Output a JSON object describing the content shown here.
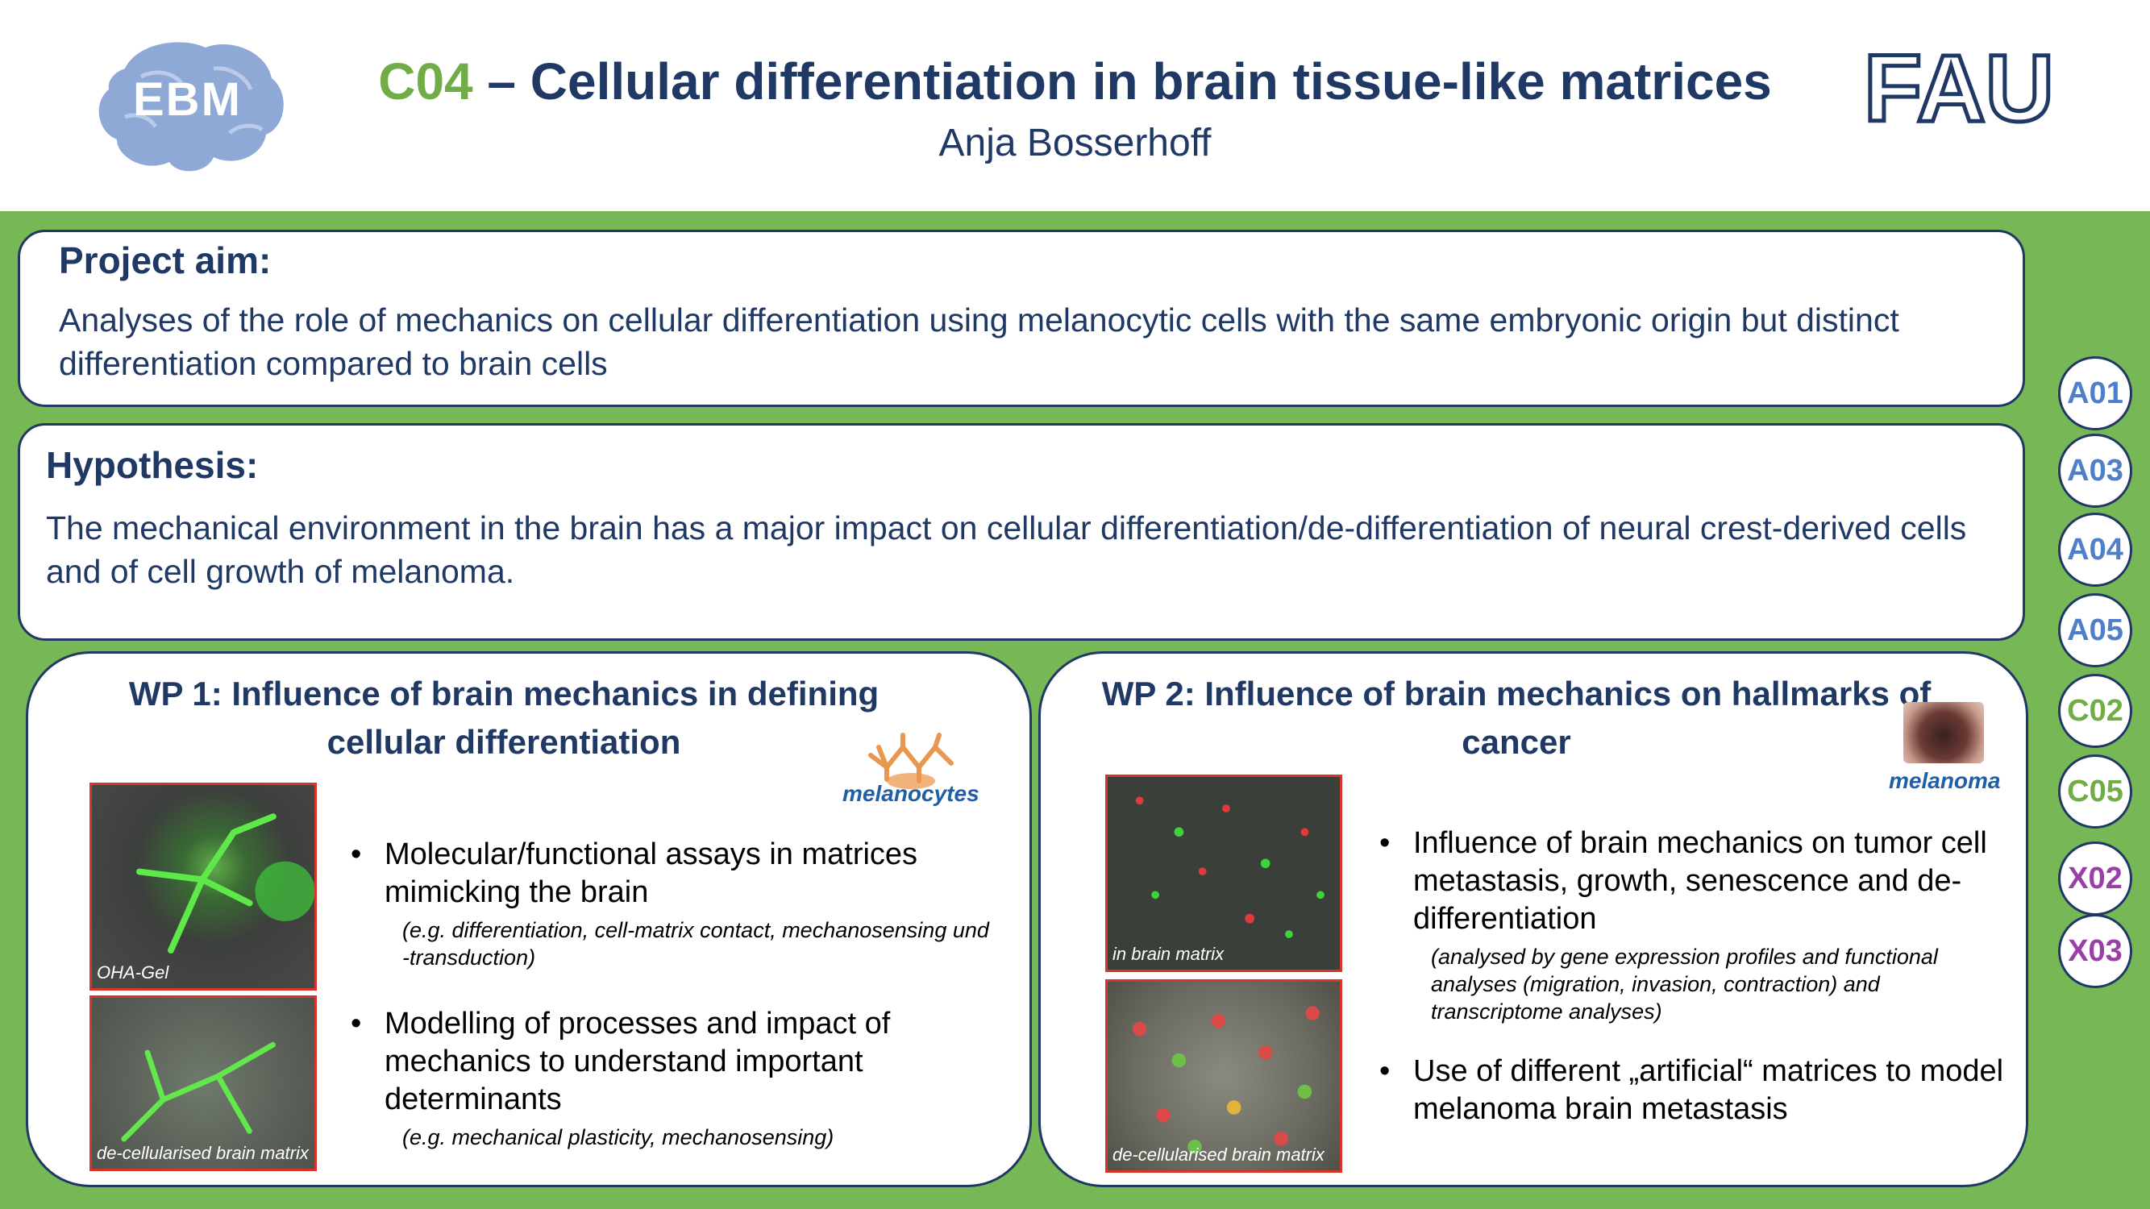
{
  "header": {
    "title_code": "C04",
    "title_rest": " – Cellular differentiation in brain tissue-like matrices",
    "subtitle": "Anja Bosserhoff",
    "left_logo_text": "EBM",
    "right_logo_text": "FAU"
  },
  "project_aim": {
    "heading": "Project aim:",
    "body": "Analyses of the role of mechanics on cellular differentiation using melanocytic cells with the same embryonic origin but distinct differentiation compared to brain cells"
  },
  "hypothesis": {
    "heading": "Hypothesis:",
    "body": "The mechanical environment in the brain has a major impact on cellular differentiation/de-differentiation of neural crest-derived cells and of cell growth of melanoma."
  },
  "wp1": {
    "title": "WP 1: Influence of brain mechanics in defining cellular differentiation",
    "organism_label": "melanocytes",
    "image_labels": [
      "OHA-Gel",
      "de-cellularised brain matrix"
    ],
    "bullets": [
      {
        "text": "Molecular/functional assays in matrices mimicking the brain",
        "note": "(e.g. differentiation, cell-matrix contact, mechanosensing und -transduction)"
      },
      {
        "text": "Modelling of processes and impact of mechanics to understand important determinants",
        "note": "(e.g. mechanical plasticity, mechanosensing)"
      }
    ]
  },
  "wp2": {
    "title": "WP 2: Influence of brain mechanics on hallmarks of cancer",
    "organism_label": "melanoma",
    "image_labels": [
      "in brain matrix",
      "de-cellularised brain matrix"
    ],
    "bullets": [
      {
        "text": "Influence of brain mechanics on tumor cell metastasis, growth, senescence and de-differentiation",
        "note": "(analysed by gene expression profiles and functional analyses (migration, invasion, contraction) and transcriptome analyses)"
      },
      {
        "text": "Use of different „artificial“ matrices to model melanoma brain metastasis",
        "note": ""
      }
    ]
  },
  "bullet_symbol": "•",
  "related_projects": [
    {
      "code": "A01",
      "color": "#4f7fc8"
    },
    {
      "code": "A03",
      "color": "#4f7fc8"
    },
    {
      "code": "A04",
      "color": "#4f7fc8"
    },
    {
      "code": "A05",
      "color": "#4f7fc8"
    },
    {
      "code": "C02",
      "color": "#70ad47"
    },
    {
      "code": "C05",
      "color": "#70ad47"
    },
    {
      "code": "X02",
      "color": "#9b3fa8"
    },
    {
      "code": "X03",
      "color": "#9b3fa8"
    }
  ],
  "colors": {
    "navy": "#1f3864",
    "green_background": "#78b755",
    "accent_green": "#70ad47",
    "image_border": "#d9342b"
  }
}
